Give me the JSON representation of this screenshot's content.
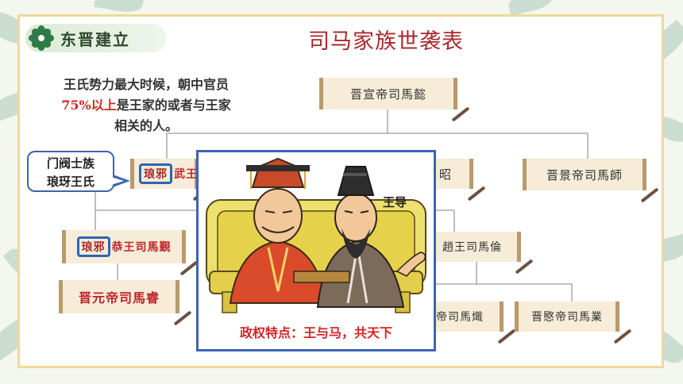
{
  "slide": {
    "section_badge": "东晋建立",
    "title": "司马家族世袭表",
    "note": {
      "line1": "王氏势力最大时候，朝中官员",
      "highlight": "75%以上",
      "line2_rest": "是王家的或者与王家",
      "line3": "相关的人。"
    },
    "callout": {
      "line1": "门阀士族",
      "line2": "琅玡王氏"
    },
    "tree": {
      "root": "晋宣帝司馬懿",
      "left_branch": {
        "tag": "琅邪",
        "text": "武王"
      },
      "mid_branch_partial": "昭",
      "right_branch": "晋景帝司馬師",
      "gong": {
        "tag": "琅邪",
        "text": "恭王司馬覲"
      },
      "yuan": "晋元帝司馬睿",
      "zhao": "趙王司馬倫",
      "wei_partial": "帝司馬熾",
      "min": "晋愍帝司馬業"
    },
    "popup": {
      "label": "王导",
      "caption": "政权特点：王与马，共天下",
      "colors": {
        "frame": "#3d63b3",
        "caption": "#d42424"
      }
    },
    "colors": {
      "accent_red": "#a8292d",
      "frame_gold": "#efd99a",
      "blue_box": "#2a66b5"
    }
  }
}
